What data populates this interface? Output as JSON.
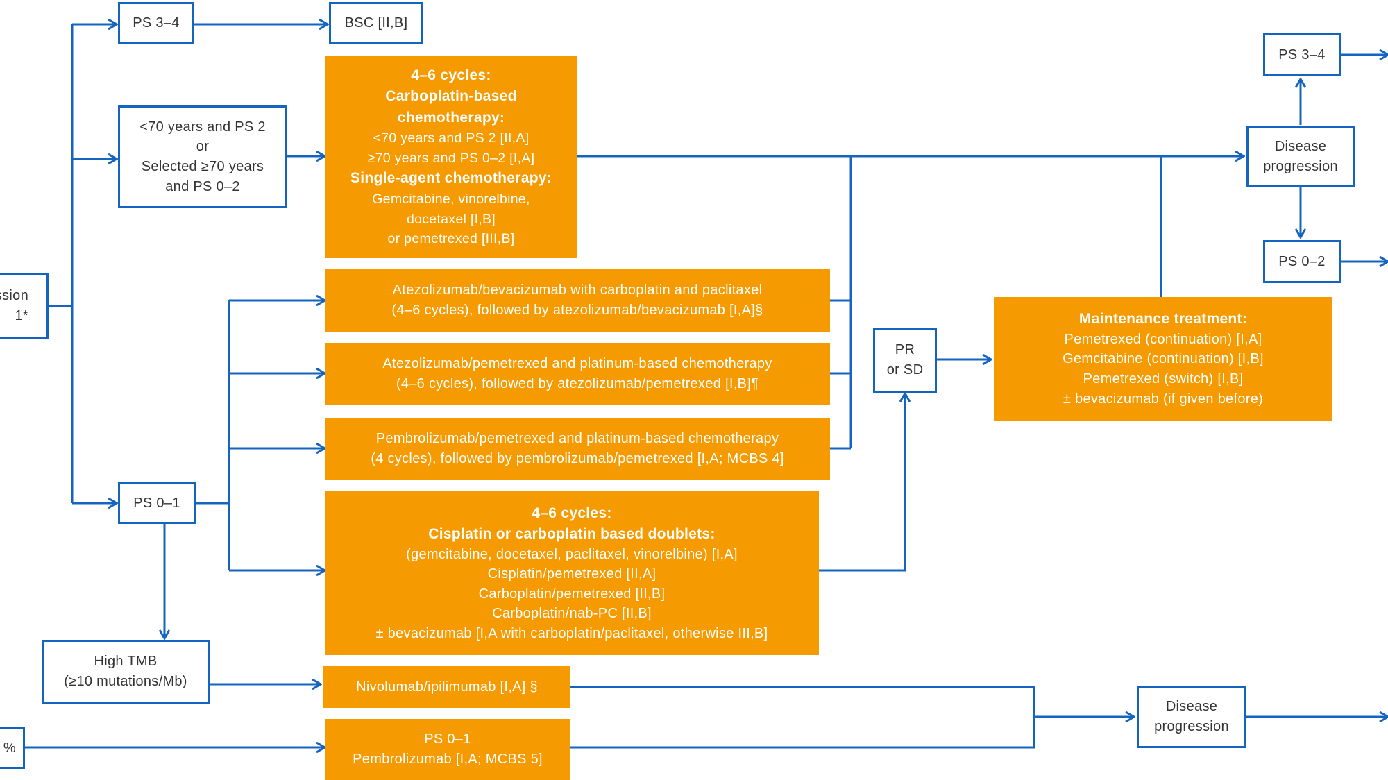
{
  "colors": {
    "arrow": "#1565c0",
    "box_fill": "#f59a00",
    "box_text": "#ffffff",
    "outline_text": "#333333"
  },
  "nodes": {
    "left_top": {
      "lines": [
        "ssion",
        "1*"
      ]
    },
    "left_bot": {
      "lines": [
        "%"
      ]
    },
    "ps34_a": {
      "lines": [
        "PS  3–4"
      ]
    },
    "bsc": {
      "lines": [
        "BSC  [II,B]"
      ]
    },
    "age": {
      "lines": [
        "<70  years and  PS  2",
        "or",
        "Selected  ≥70 years",
        "and PS  0–2"
      ]
    },
    "ps01": {
      "lines": [
        "PS  0–1"
      ]
    },
    "tmb": {
      "lines": [
        "High  TMB",
        "(≥10 mutations/Mb)"
      ]
    },
    "prsd": {
      "lines": [
        "PR",
        "or SD"
      ]
    },
    "dp_top": {
      "lines": [
        "Disease",
        "progression"
      ]
    },
    "ps34_b": {
      "lines": [
        "PS  3–4"
      ]
    },
    "ps02": {
      "lines": [
        "PS  0–2"
      ]
    },
    "dp_bot": {
      "lines": [
        "Disease",
        "progression"
      ]
    },
    "chemo": {
      "headings": [
        "4–6 cycles:",
        "Carboplatin-based",
        "chemotherapy:"
      ],
      "lines": [
        "<70  years and  PS  2  [II,A]",
        "≥70 years and  PS  0–2 [I,A]"
      ],
      "heading2": "Single-agent chemotherapy:",
      "lines2": [
        "Gemcitabine,   vinorelbine,",
        "docetaxel [I,B]",
        "or pemetrexed   [III,B]"
      ]
    },
    "atezo_bev": {
      "lines": [
        "Atezolizumab/bevacizumab   with carboplatin  and paclitaxel",
        "(4–6 cycles), followed by atezolizumab/bevacizumab  [I,A]§"
      ]
    },
    "atezo_pem": {
      "lines": [
        "Atezolizumab/pemetrexed   and platinum-based   chemotherapy",
        "(4–6 cycles), followed by atezolizumab/pemetrexed   [I,B]¶"
      ]
    },
    "pembro_pem": {
      "lines": [
        "Pembrolizumab/pemetrexed   and platinum-based   chemotherapy",
        "(4 cycles), followed by pembrolizumab/pemetrexed   [I,A;  MCBS  4]"
      ]
    },
    "doublets": {
      "headings": [
        "4–6 cycles:",
        "Cisplatin or carboplatin based doublets:"
      ],
      "lines": [
        "(gemcitabine,  docetaxel,  paclitaxel,  vinorelbine)  [I,A]",
        "Cisplatin/pemetrexed   [II,A]",
        "Carboplatin/pemetrexed   [II,B]",
        "Carboplatin/nab-PC   [II,B]",
        "± bevacizumab  [I,A  with carboplatin/paclitaxel,   otherwise III,B]"
      ]
    },
    "maint": {
      "headings": [
        "Maintenance treatment:"
      ],
      "lines": [
        "Pemetrexed  (continuation) [I,A]",
        "Gemcitabine   (continuation)  [I,B]",
        "Pemetrexed   (switch) [I,B]",
        "± bevacizumab  (if given before)"
      ]
    },
    "nivo": {
      "lines": [
        "Nivolumab/ipilimumab   [I,A] §"
      ]
    },
    "pembro": {
      "lines": [
        "PS  0–1",
        "Pembrolizumab   [I,A;  MCBS  5]"
      ]
    }
  }
}
